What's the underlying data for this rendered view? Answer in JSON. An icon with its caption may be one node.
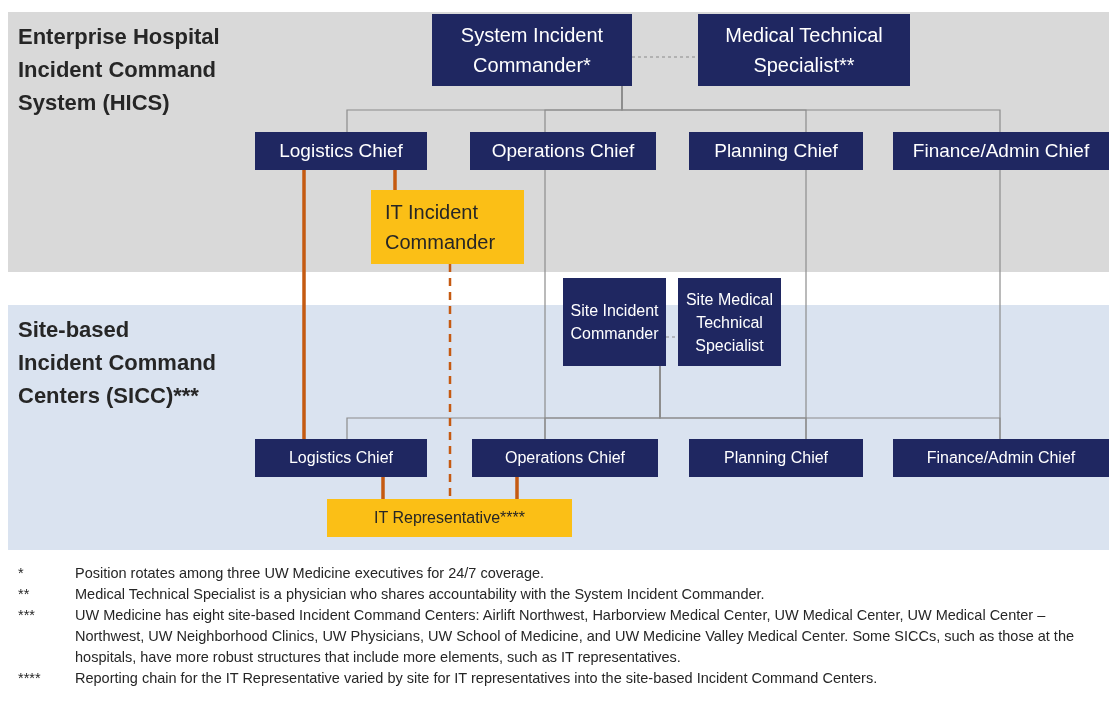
{
  "diagram": {
    "nodes": [
      {
        "text": [
          "Enterprise Hospital Incident Command System (HICS)"
        ]
      },
      {
        "text": [
          "System Incident Commander*"
        ],
        "in": 0
      },
      {
        "text": [
          "Medical Technical Specialist**"
        ],
        "in": 0
      },
      {
        "text": [
          "Logistics Chief"
        ],
        "in": 0
      },
      {
        "text": [
          "Operations Chief"
        ],
        "in": 0
      },
      {
        "text": [
          "Planning Chief"
        ],
        "in": 0
      },
      {
        "text": [
          "Finance/Admin Chief"
        ],
        "in": 0
      },
      {
        "text": [
          "IT Incident Commander"
        ],
        "in": 0
      },
      {
        "text": [
          "Site-based Incident Command Centers (SICC)***"
        ]
      },
      {
        "text": [
          "Site Incident Commander"
        ]
      },
      {
        "text": [
          "Site Medical Technical Specialist"
        ]
      },
      {
        "text": [
          "Logistics Chief"
        ],
        "in": 8
      },
      {
        "text": [
          "Operations Chief"
        ],
        "in": 8
      },
      {
        "text": [
          "Planning Chief"
        ],
        "in": 8
      },
      {
        "text": [
          "Finance/Admin Chief"
        ],
        "in": 8
      },
      {
        "text": [
          "IT Representative****"
        ],
        "in": 8
      }
    ],
    "edges": [
      {
        "from": 1,
        "to": 2,
        "arrow": "none",
        "style": "dashed"
      },
      {
        "from": 1,
        "to": 3,
        "arrow": "none"
      },
      {
        "from": 1,
        "to": 4,
        "arrow": "none"
      },
      {
        "from": 1,
        "to": 5,
        "arrow": "none"
      },
      {
        "from": 1,
        "to": 6,
        "arrow": "none"
      },
      {
        "from": 3,
        "to": 7,
        "arrow": "none",
        "style": "thick",
        "color": "#c55a11"
      },
      {
        "from": 3,
        "to": 11,
        "arrow": "none",
        "style": "thick",
        "color": "#c55a11"
      },
      {
        "from": 4,
        "to": 12,
        "arrow": "none"
      },
      {
        "from": 5,
        "to": 13,
        "arrow": "none"
      },
      {
        "from": 6,
        "to": 14,
        "arrow": "none"
      },
      {
        "from": 9,
        "to": 10,
        "arrow": "none",
        "style": "dashed"
      },
      {
        "from": 9,
        "to": 11,
        "arrow": "none"
      },
      {
        "from": 9,
        "to": 12,
        "arrow": "none"
      },
      {
        "from": 9,
        "to": 13,
        "arrow": "none"
      },
      {
        "from": 9,
        "to": 14,
        "arrow": "none"
      },
      {
        "from": 7,
        "to": 15,
        "arrow": "none",
        "style": "dashed",
        "color": "#c55a11"
      },
      {
        "from": 11,
        "to": 15,
        "arrow": "none",
        "style": "thick",
        "color": "#c55a11"
      },
      {
        "from": 12,
        "to": 15,
        "arrow": "none",
        "style": "thick",
        "color": "#c55a11"
      }
    ],
    "labels": [
      "*",
      "Position rotates among three UW Medicine executives for 24/7 coverage.",
      "**",
      "Medical Technical Specialist is a physician who shares accountability with the System Incident Commander.",
      "***",
      "UW Medicine has eight site-based Incident Command Centers: Airlift Northwest, Harborview Medical Center, UW Medical Center, UW Medical Center – Northwest, UW Neighborhood Clinics, UW Physicians, UW School of Medicine, and UW Medicine Valley Medical Center. Some SICCs, such as those at the hospitals, have more robust structures that include more elements, such as IT representatives.",
      "****",
      "Reporting chain for the IT Representative varied by site for IT representatives into the site-based Incident Command Centers."
    ]
  }
}
